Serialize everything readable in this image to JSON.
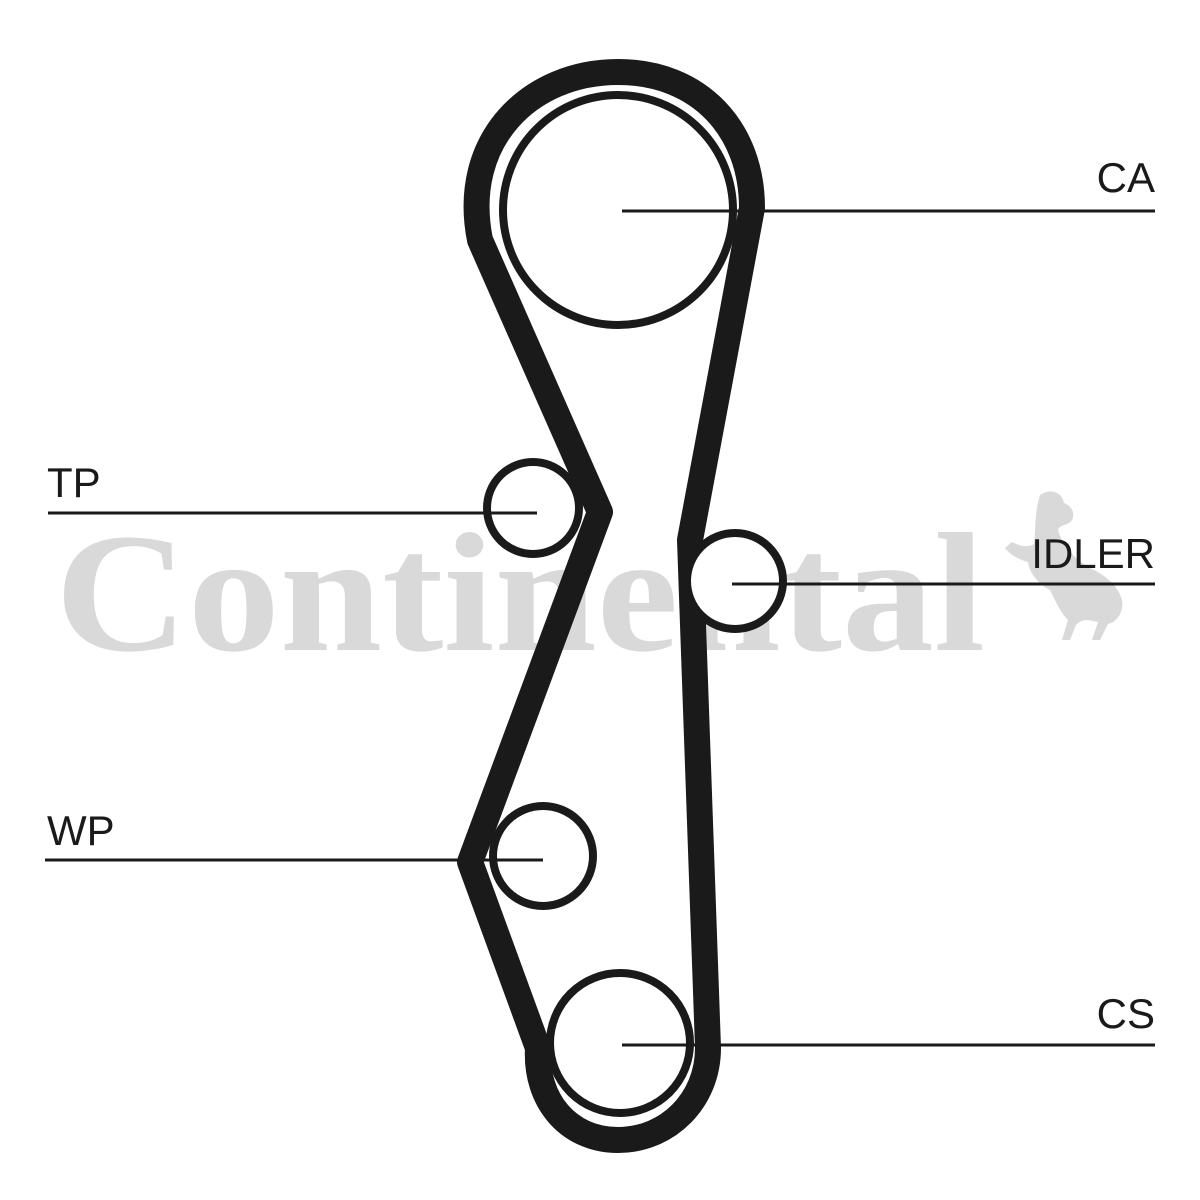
{
  "watermark": {
    "text": "Continental"
  },
  "labels": {
    "ca": "CA",
    "tp": "TP",
    "idler": "IDLER",
    "wp": "WP",
    "cs": "CS"
  },
  "colors": {
    "belt": "#1a1a1a",
    "watermark": "#d9d9d9",
    "background": "#ffffff"
  }
}
